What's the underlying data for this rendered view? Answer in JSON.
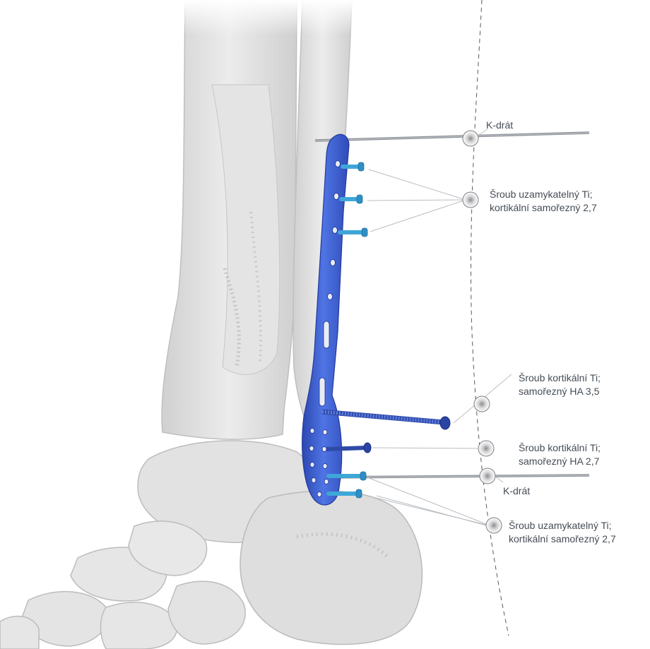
{
  "colors": {
    "plate": "#3f63d6",
    "plate_dark": "#2c47b0",
    "screw_locking": "#3fa7d8",
    "screw_cortical": "#2f4aa8",
    "bone": "#dcdcdc",
    "bone_shade": "#c2c2c2",
    "wire": "#8a8f96",
    "leader": "#b9bdc2",
    "text": "#444c55"
  },
  "callouts": [
    {
      "id": "k-wire-top",
      "lines": [
        "K-drát"
      ]
    },
    {
      "id": "locking-screw-upper",
      "lines": [
        "Šroub uzamykatelný Ti;",
        "kortikální samořezný 2,7"
      ]
    },
    {
      "id": "cortical-screw-35",
      "lines": [
        "Šroub kortikální Ti;",
        "samořezný HA 3,5"
      ]
    },
    {
      "id": "cortical-screw-27",
      "lines": [
        "Šroub kortikální Ti;",
        "samořezný HA 2,7"
      ]
    },
    {
      "id": "k-wire-bottom",
      "lines": [
        "K-drát"
      ]
    },
    {
      "id": "locking-screw-lower",
      "lines": [
        "Šroub uzamykatelný Ti;",
        "kortikální samořezný 2,7"
      ]
    }
  ]
}
